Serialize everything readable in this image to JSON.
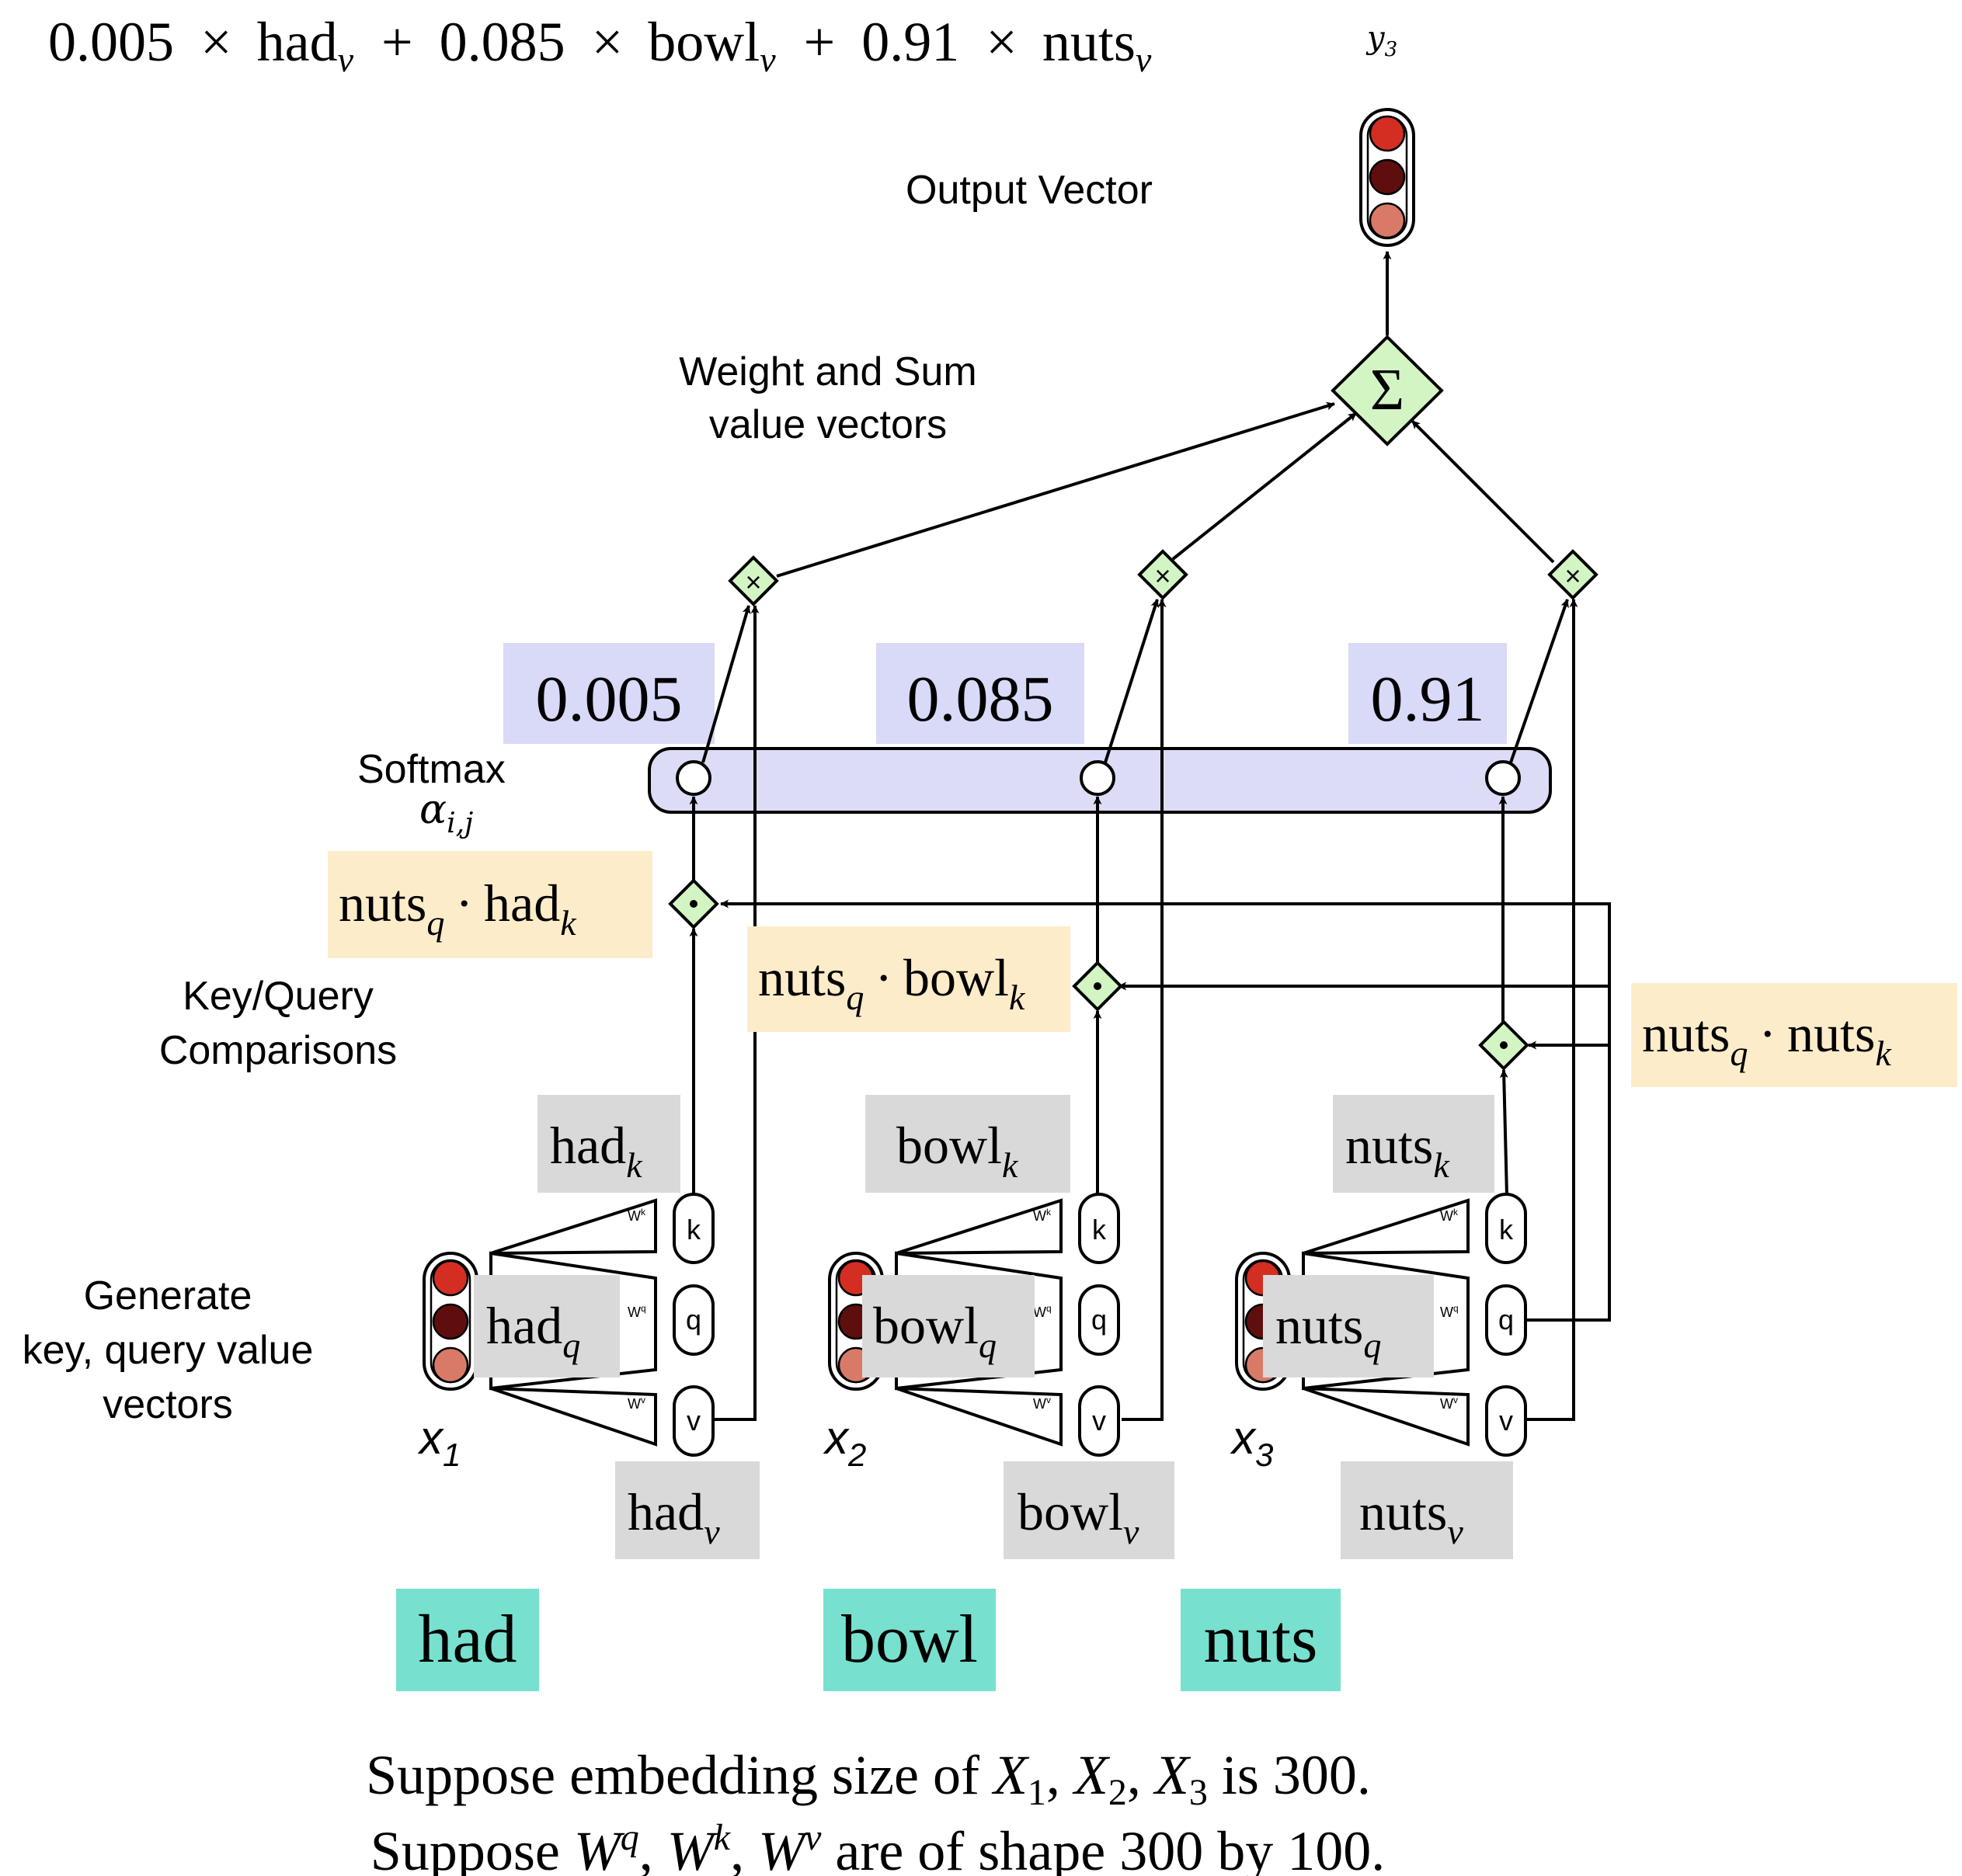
{
  "header": {
    "equation": {
      "c1": "0.005",
      "w1": "had",
      "c2": "0.085",
      "w2": "bowl",
      "c3": "0.91",
      "w3": "nuts",
      "times": "×",
      "plus": "+",
      "sub": "v"
    },
    "output_label": "y",
    "output_sub": "3"
  },
  "labels": {
    "output_vector": "Output Vector",
    "weight_sum_1": "Weight and Sum",
    "weight_sum_2": "value vectors",
    "softmax": "Softmax",
    "alpha": "α",
    "alpha_sub": "i,j",
    "keyquery_1": "Key/Query",
    "keyquery_2": "Comparisons",
    "generate_1": "Generate",
    "generate_2": "key, query value",
    "generate_3": "vectors"
  },
  "symbols": {
    "sigma": "Σ",
    "times": "×",
    "dot": "·",
    "k": "k",
    "q": "q",
    "v": "v",
    "wk": "W",
    "wk_sup": "k",
    "wq": "W",
    "wq_sup": "q",
    "wv": "W",
    "wv_sup": "v"
  },
  "weights": [
    "0.005",
    "0.085",
    "0.91"
  ],
  "comparisons": [
    {
      "q": "nuts",
      "q_sub": "q",
      "dot": "·",
      "k": "had",
      "k_sub": "k"
    },
    {
      "q": "nuts",
      "q_sub": "q",
      "dot": "·",
      "k": "bowl",
      "k_sub": "k"
    },
    {
      "q": "nuts",
      "q_sub": "q",
      "dot": "·",
      "k": "nuts",
      "k_sub": "k"
    }
  ],
  "tokens": [
    {
      "word": "had",
      "x_label": "x",
      "x_sub": "1",
      "key": "had",
      "key_sub": "k",
      "query": "had",
      "query_sub": "q",
      "value": "had",
      "value_sub": "v"
    },
    {
      "word": "bowl",
      "x_label": "x",
      "x_sub": "2",
      "key": "bowl",
      "key_sub": "k",
      "query": "bowl",
      "query_sub": "q",
      "value": "bowl",
      "value_sub": "v"
    },
    {
      "word": "nuts",
      "x_label": "x",
      "x_sub": "3",
      "key": "nuts",
      "key_sub": "k",
      "query": "nuts",
      "query_sub": "q",
      "value": "nuts",
      "value_sub": "v"
    }
  ],
  "footer": {
    "line1": {
      "a": "Suppose embedding size of ",
      "X": "X",
      "s1": "1",
      "c1": ", ",
      "s2": "2",
      "c2": ", ",
      "s3": "3",
      "b": " is 300."
    },
    "line2": {
      "a": "Suppose ",
      "W": "W",
      "q": "q",
      "c1": ", ",
      "k": "k",
      "c2": ", ",
      "v": "v",
      "b": " are of shape 300 by 100."
    }
  },
  "colors": {
    "neuron_top": "#d42e22",
    "neuron_mid": "#5e0f0d",
    "neuron_bot": "#d97a68",
    "op_green": "#d3f5c4",
    "softmax_band": "#dcdcf7",
    "weight_box": "#d9d9f8",
    "compare_box": "#fcecc9",
    "vector_box": "#d9d9d9",
    "token_box": "#77e0cf"
  }
}
